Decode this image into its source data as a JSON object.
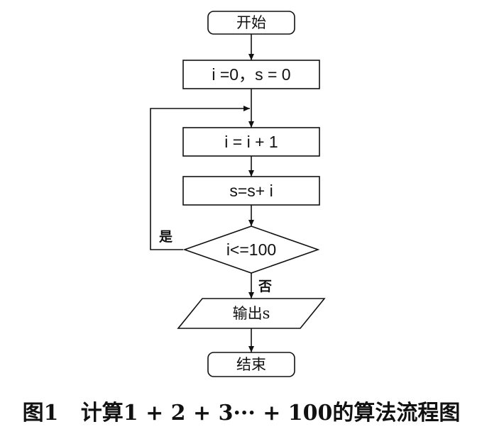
{
  "flowchart": {
    "start": "开始",
    "init": "i =0，s = 0",
    "increment": "i = i + 1",
    "accumulate": "s=s+ i",
    "condition": "i<=100",
    "yes_label": "是",
    "no_label": "否",
    "output": "输出s",
    "end": "结束"
  },
  "caption": "图1   计算1 + 2 + 3··· + 100的算法流程图"
}
